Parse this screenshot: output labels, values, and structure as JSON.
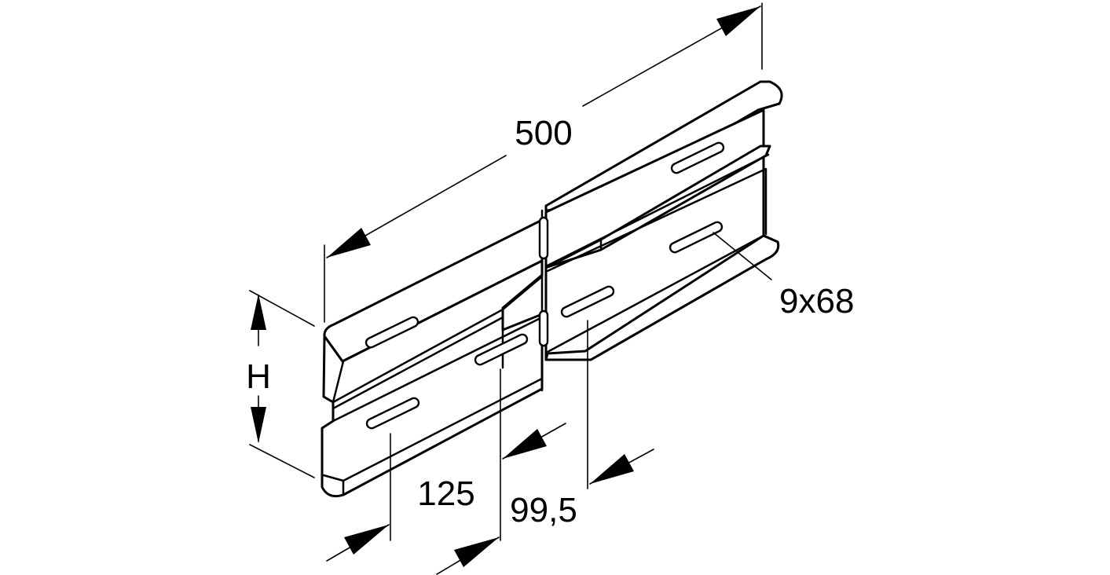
{
  "dimensions": {
    "length": "500",
    "height": "H",
    "pitch_a": "125",
    "pitch_b": "99,5",
    "slot_size": "9x68"
  }
}
